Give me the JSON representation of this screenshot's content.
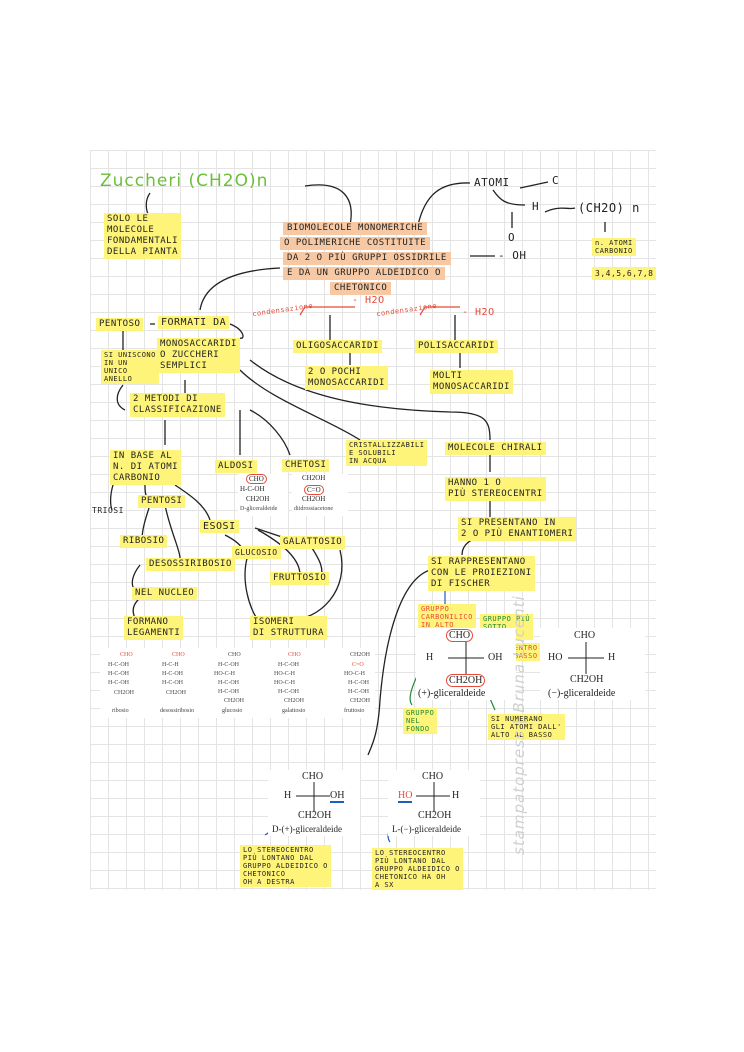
{
  "title": "Zuccheri (CH2O)n",
  "notes": {
    "solo": "SOLO LE\nMOLECOLE\nFONDAMENTALI\nDELLA PIANTA",
    "bio1": "BIOMOLECOLE MONOMERICHE",
    "bio2": "O POLIMERICHE COSTITUITE",
    "bio3": "DA 2 O PIÙ GRUPPI OSSIDRILE",
    "bio4": "E DA UN GRUPPO ALDEIDICO O",
    "bio5": "CHETONICO",
    "atomi": "ATOMI",
    "c": "C",
    "h": "H",
    "o": "O",
    "oh": "- OH",
    "ch2on": "(CH2O) n",
    "natomi": "n. ATOMI\nCARBONIO",
    "natomi_vals": "3,4,5,6,7,8",
    "pentoso": "PENTOSO",
    "formati": "FORMATI DA",
    "condens1": "condensazione",
    "condens2": "condensazione",
    "h2o1": "- H2O",
    "h2o2": "- H2O",
    "uniscono": "SI UNISCONO\nIN UN\nUNICO\nANELLO",
    "monosacc": "MONOSACCARIDI\nO ZUCCHERI\nSEMPLICI",
    "oligo": "OLIGOSACCARIDI",
    "oligo_sub": "2 O POCHI\nMONOSACCARIDI",
    "poli": "POLISACCARIDI",
    "poli_sub": "MOLTI\nMONOSACCARIDI",
    "metodi": "2 METODI DI\nCLASSIFICAZIONE",
    "inbase": "IN BASE AL\nN. DI ATOMI\nCARBONIO",
    "aldosi": "ALDOSI",
    "chetosi": "CHETOSI",
    "cristall": "CRISTALLIZZABILI\nE SOLUBILI\nIN ACQUA",
    "chirali": "MOLECOLE CHIRALI",
    "hanno": "HANNO 1 O\nPIÙ STEREOCENTRI",
    "presentano": "SI PRESENTANO IN\n2 O PIÙ ENANTIOMERI",
    "rappresent": "SI RAPPRESENTANO\nCON LE PROIEZIONI\nDI FISCHER",
    "triosi": "TRIOSI",
    "pentosi": "PENTOSI",
    "esosi": "ESOSI",
    "ribosio": "RIBOSIO",
    "desoss": "DESOSSIRIBOSIO",
    "glucosio": "GLUCOSIO",
    "galattosio": "GALATTOSIO",
    "fruttosio": "FRUTTOSIO",
    "nucleo": "NEL NUCLEO",
    "formano": "FORMANO\nLEGAMENTI",
    "isomeri": "ISOMERI\nDI STRUTTURA",
    "gruppo_carb": "GRUPPO\nCARBONILICO\nIN ALTO",
    "gruppo_fondo": "GRUPPO PIÙ\nSOTTO\nFONDO",
    "stereocentro_basso": "STEREOCENTRO\nPIÙ IN BASSO",
    "gruppo_nel": "GRUPPO\nNEL\nFONDO",
    "numerano": "SI NUMERANO\nGLI ATOMI DALL'\nALTO AL BASSO",
    "d_note": "LO STEREOCENTRO\nPIÙ LONTANO DAL\nGRUPPO ALDEIDICO O\nCHETONICO\nOH A DESTRA",
    "l_note": "LO STEREOCENTRO\nPIÙ LONTANO DAL\nGRUPPO ALDEIDICO O\nCHETONICO HA OH\nA SX"
  },
  "figures": {
    "ald": {
      "top": "CHO",
      "mid": "H-C-OH",
      "bot": "CH2OH",
      "cap": "D-gliceraldeide"
    },
    "ket": {
      "top": "CH2OH",
      "mid": "C=O",
      "bot": "CH2OH",
      "cap": "diidrossiacetone"
    },
    "fischer_plus": {
      "top": "CHO",
      "h": "H",
      "oh": "OH",
      "bot": "CH2OH",
      "cap": "(+)-gliceraldeide"
    },
    "fischer_minus": {
      "top": "CHO",
      "ho": "HO",
      "h": "H",
      "bot": "CH2OH",
      "cap": "(−)-gliceraldeide"
    },
    "fischer_d": {
      "top": "CHO",
      "h": "H",
      "oh": "OH",
      "bot": "CH2OH",
      "cap": "D-(+)-gliceraldeide"
    },
    "fischer_l": {
      "top": "CHO",
      "ho": "HO",
      "h": "H",
      "bot": "CH2OH",
      "cap": "L-(−)-gliceraldeide"
    },
    "strip_caps": [
      "ribosio",
      "desossiribosio",
      "glucosio",
      "galattosio",
      "fruttosio"
    ]
  },
  "watermark": "stampatopress | Bruna Lucenti",
  "colors": {
    "highlight": "#fff47a",
    "peach": "#f6c9a4",
    "green": "#6cbf3a",
    "red": "#e84a3a",
    "blue": "#1d5fbf"
  }
}
